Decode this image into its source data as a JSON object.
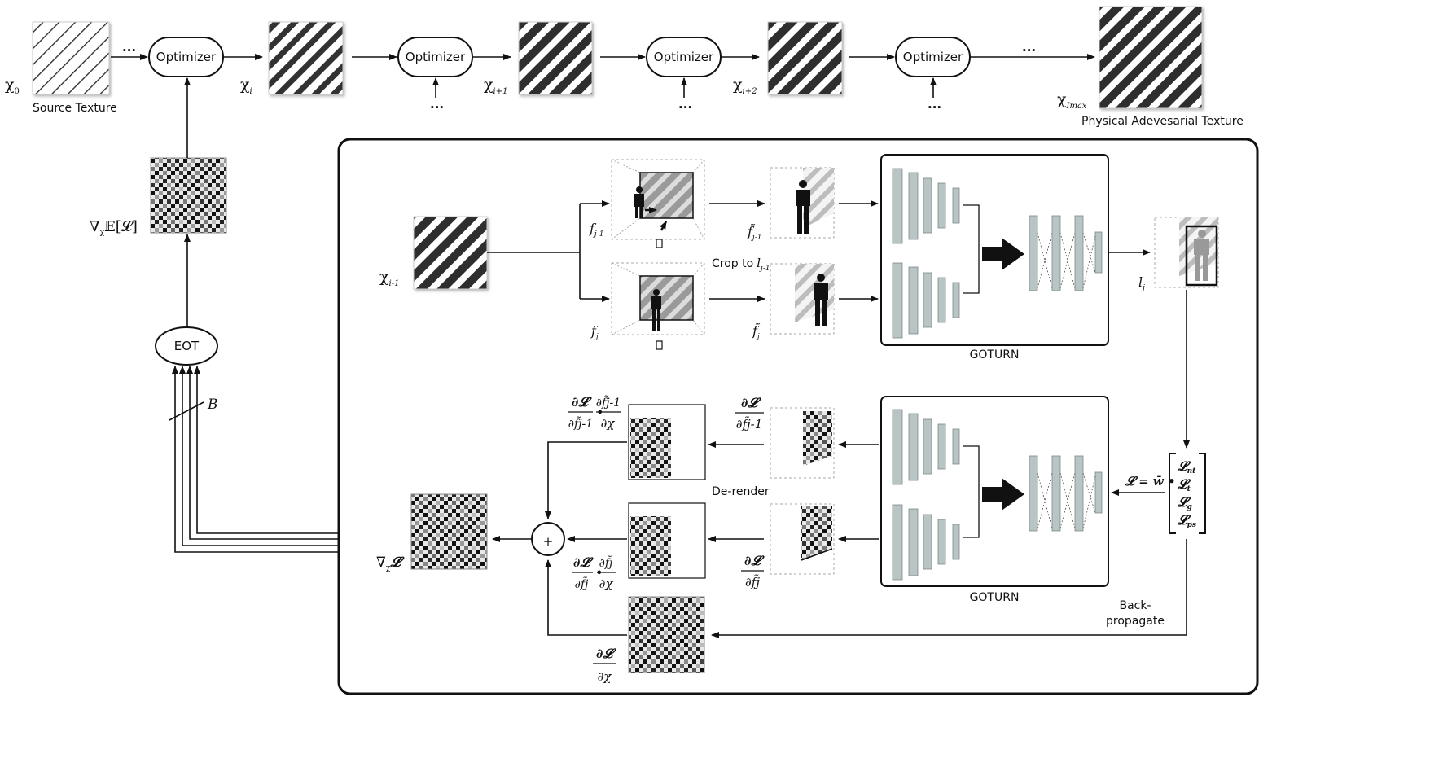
{
  "pipeline": {
    "optimizer_label": "Optimizer",
    "ellipsis": "...",
    "source_texture_label": "Source Texture",
    "physical_texture_label": "Physical Adevesarial Texture",
    "chi": "χ",
    "sub_0": "0",
    "sub_i": "i",
    "sub_i1": "i+1",
    "sub_i2": "i+2",
    "sub_imax": "Imax"
  },
  "left": {
    "grad_expect_label": "∇",
    "grad_expect_sub": "χ",
    "grad_expect_rest": "𝔼[𝓛]",
    "eot_label": "EOT",
    "batch_label": "B"
  },
  "forward": {
    "chi": "χ",
    "chi_sub": "i-1",
    "f_prev": "f",
    "f_prev_sub": "j-1",
    "f_cur": "f",
    "f_cur_sub": "j",
    "crop_label": "Crop to",
    "crop_l": "l",
    "crop_l_sub": "j-1",
    "ft_prev_sub": "j-1",
    "ft_cur_sub": "j",
    "goturn_label": "GOTURN",
    "l_out": "l",
    "l_out_sub": "j"
  },
  "backward": {
    "goturn_label": "GOTURN",
    "derender_label": "De-render",
    "backprop_line1": "Back-",
    "backprop_line2": "propagate",
    "loss_eq": "𝓛 = w̄ •",
    "loss_terms": [
      "𝓛nt",
      "𝓛t",
      "𝓛g",
      "𝓛ps"
    ],
    "grad_label": "∇",
    "grad_sub": "χ",
    "grad_L": "𝓛",
    "plus": "+",
    "dL": "∂𝓛",
    "df_prev": "∂f̃j-1",
    "df_cur": "∂f̃j",
    "dchi": "∂χ",
    "bullet": "•"
  }
}
